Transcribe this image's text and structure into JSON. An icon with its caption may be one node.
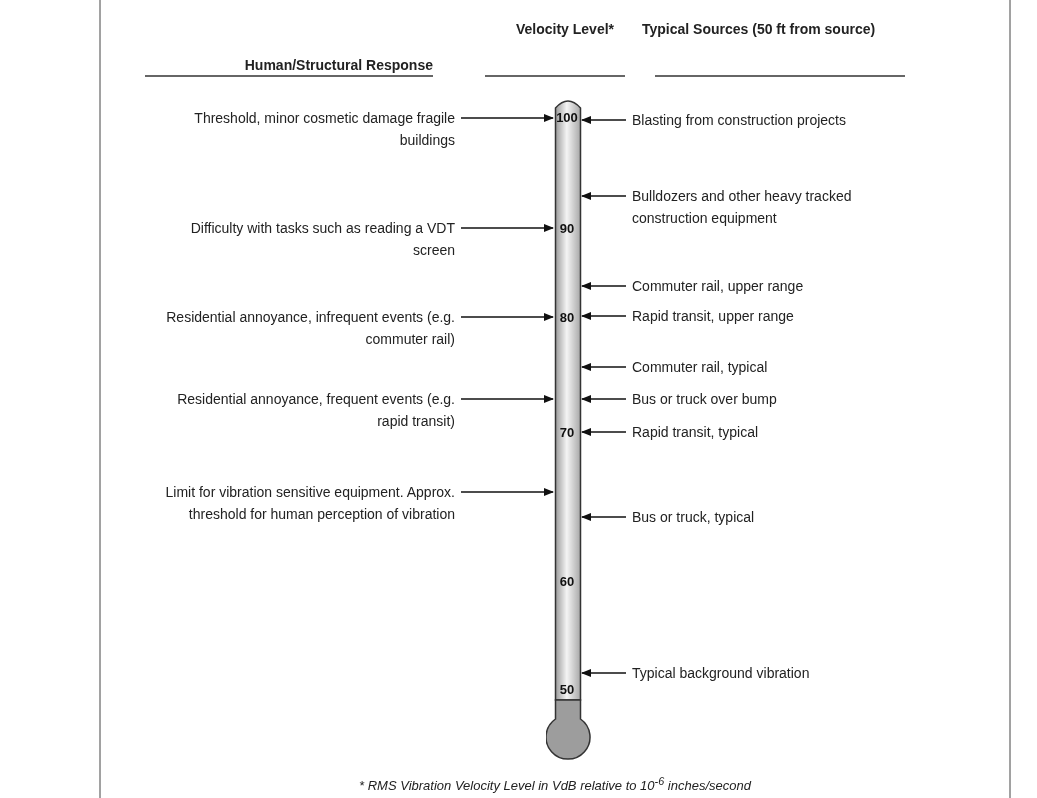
{
  "diagram": {
    "caption": "* RMS Vibration Velocity Level in VdB relative to 10$^{-6}$ inches/second",
    "nodes": [
      {
        "text": [
          "Threshold, minor cosmetic damage fragile buildings"
        ]
      },
      {
        "text": [
          "Difficulty with tasks such as reading a VDT screen"
        ]
      },
      {
        "text": [
          "Residential annoyance, infrequent events (e.g. commuter rail)"
        ]
      },
      {
        "text": [
          "Residential annoyance, frequent events (e.g. rapid transit)"
        ]
      },
      {
        "text": [
          "Limit for vibration sensitive equipment. Approx. threshold for human perception of vibration"
        ]
      },
      {
        "text": [],
        "shape": "bar"
      },
      {
        "text": [
          "Blasting from construction projects"
        ]
      },
      {
        "text": [
          "Bulldozers and other heavy tracked construction equipment"
        ]
      },
      {
        "text": [
          "Commuter rail, upper range"
        ]
      },
      {
        "text": [
          "Rapid transit, upper range"
        ]
      },
      {
        "text": [
          "Commuter rail, typical"
        ]
      },
      {
        "text": [
          "Bus or truck over bump"
        ]
      },
      {
        "text": [
          "Rapid transit, typical"
        ]
      },
      {
        "text": [
          "Bus or truck, typical"
        ]
      },
      {
        "text": [
          "Typical background vibration"
        ]
      }
    ],
    "edges": [
      {
        "from": 0,
        "to": 5,
        "arrow": "to"
      },
      {
        "from": 1,
        "to": 5,
        "arrow": "to"
      },
      {
        "from": 2,
        "to": 5,
        "arrow": "to"
      },
      {
        "from": 3,
        "to": 5,
        "arrow": "to"
      },
      {
        "from": 4,
        "to": 5,
        "arrow": "to"
      },
      {
        "from": 6,
        "to": 5,
        "arrow": "to"
      },
      {
        "from": 7,
        "to": 5,
        "arrow": "to"
      },
      {
        "from": 8,
        "to": 5,
        "arrow": "to"
      },
      {
        "from": 9,
        "to": 5,
        "arrow": "to"
      },
      {
        "from": 10,
        "to": 5,
        "arrow": "to"
      },
      {
        "from": 11,
        "to": 5,
        "arrow": "to"
      },
      {
        "from": 12,
        "to": 5,
        "arrow": "to"
      },
      {
        "from": 13,
        "to": 5,
        "arrow": "to"
      },
      {
        "from": 14,
        "to": 5,
        "arrow": "to"
      }
    ],
    "labels": [
      "Human/Structural Response",
      "Velocity Level*",
      "Typical Sources (50 ft from source)",
      "100",
      "90",
      "80",
      "70",
      "60",
      "50"
    ]
  }
}
